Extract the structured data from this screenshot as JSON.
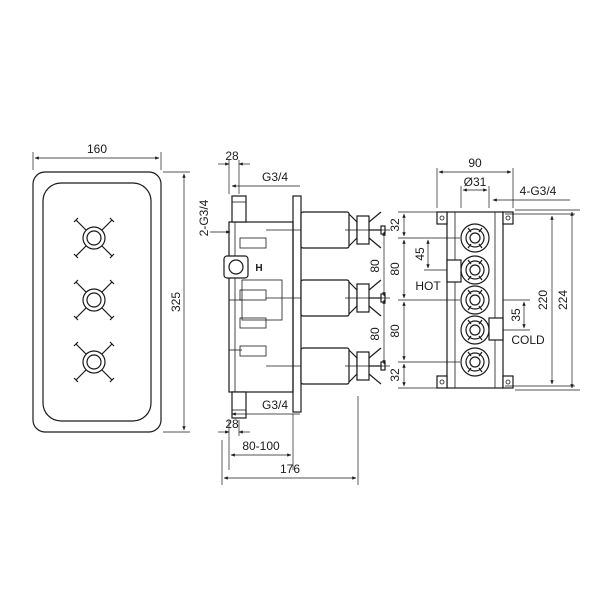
{
  "front_view": {
    "width_label": "160",
    "height_label": "325"
  },
  "side_view": {
    "offset_top_label": "28",
    "thread_top_label": "G3/4",
    "thread_side_label": "2-G3/4",
    "hot_mark": "H",
    "spacing_upper_label": "80",
    "spacing_lower_label": "80",
    "thread_bottom_label": "G3/4",
    "offset_bottom_label": "28",
    "depth_range_label": "80-100",
    "total_depth_label": "176"
  },
  "rear_view": {
    "width_label": "90",
    "diameter_label": "Ø31",
    "thread_label": "4-G3/4",
    "top_margin_label": "32",
    "upper_spacing_label": "80",
    "hot_offset_label": "45",
    "hot_label": "HOT",
    "lower_spacing_label": "80",
    "cold_offset_label": "35",
    "cold_label": "COLD",
    "bottom_margin_label": "32",
    "inner_height_label": "220",
    "outer_height_label": "224"
  }
}
